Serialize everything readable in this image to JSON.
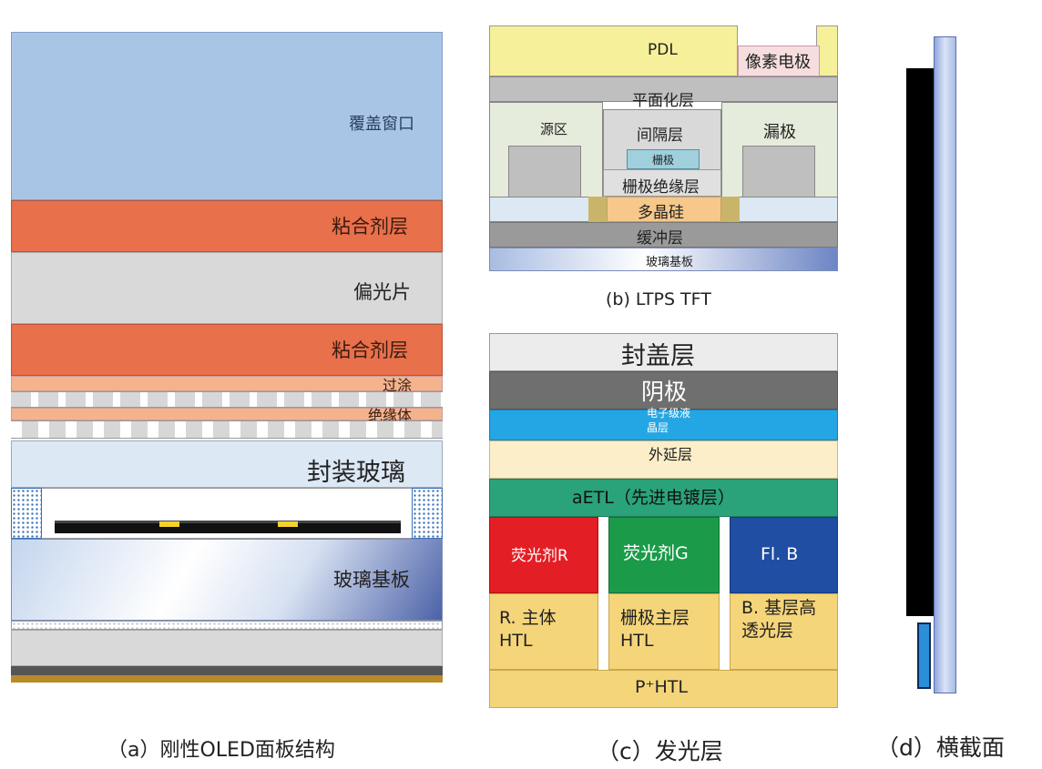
{
  "panel_a": {
    "caption": "（a）刚性OLED面板结构",
    "layers": {
      "cover_window": "覆盖窗口",
      "adhesive_1": "粘合剂层",
      "polarizer": "偏光片",
      "adhesive_2": "粘合剂层",
      "overcoat": "过涂",
      "insulator": "绝缘体",
      "encap_glass": "封装玻璃",
      "glass_substrate": "玻璃基板"
    }
  },
  "panel_b": {
    "caption": "(b) LTPS TFT",
    "labels": {
      "pdl": "PDL",
      "pixel_electrode": "像素电极",
      "planarization": "平面化层",
      "source": "源区",
      "spacer": "间隔层",
      "drain": "漏极",
      "gate": "栅极",
      "gate_insulator": "栅极绝缘层",
      "polysilicon": "多晶硅",
      "buffer": "缓冲层",
      "glass_substrate": "玻璃基板"
    }
  },
  "panel_c": {
    "caption": "（c）发光层",
    "layers": {
      "capping": "封盖层",
      "cathode": "阴极",
      "electron_liquid_crystal": "电子级液晶层",
      "epitaxial": "外延层",
      "aetl": "aETL（先进电镀层）",
      "phosphor_r": "荧光剂R",
      "phosphor_g": "荧光剂G",
      "phosphor_b": "Fl. B",
      "host_r": "R. 主体HTL",
      "host_g": "栅极主层HTL",
      "host_b": "B. 基层高透光层",
      "p_htl": "P⁺HTL"
    }
  },
  "panel_d": {
    "caption": "（d）横截面"
  },
  "colors": {
    "cover_blue": "#a9c5e6",
    "adhesive_orange": "#e8704a",
    "polarizer_gray": "#d9d9d9",
    "light_orange": "#f3b48d",
    "light_blue": "#dce8f4",
    "pdl_yellow": "#f6f09a",
    "tft_gray": "#bfbfbf",
    "tft_green": "#e6ecdc",
    "c_cap": "#ececec",
    "c_cathode": "#6f6f6f",
    "c_elc": "#25a6e4",
    "c_epi": "#fbeec8",
    "c_aetl": "#2aa37a",
    "c_red": "#e31e24",
    "c_green": "#1b9b4a",
    "c_blue": "#1f4ea3",
    "c_htl": "#f5d57a"
  }
}
